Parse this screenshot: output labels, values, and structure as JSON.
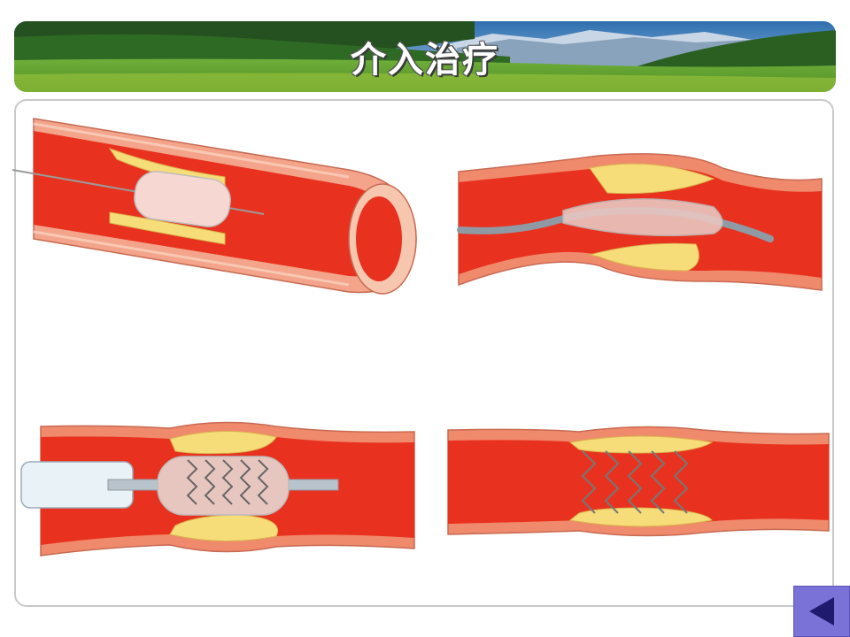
{
  "slide": {
    "title": "介入治疗"
  },
  "figures": [
    {
      "icon": "balloon-catheter-insertion-illustration"
    },
    {
      "icon": "balloon-at-plaque-illustration"
    },
    {
      "icon": "stent-expansion-illustration"
    },
    {
      "icon": "stent-deployed-illustration"
    }
  ],
  "navigation": {
    "back_icon": "triangle-left-icon"
  },
  "colors": {
    "vessel_wall": "#f08a6c",
    "blood": "#e8321f",
    "plaque": "#f7dd7a",
    "button": "#7b72d8"
  }
}
